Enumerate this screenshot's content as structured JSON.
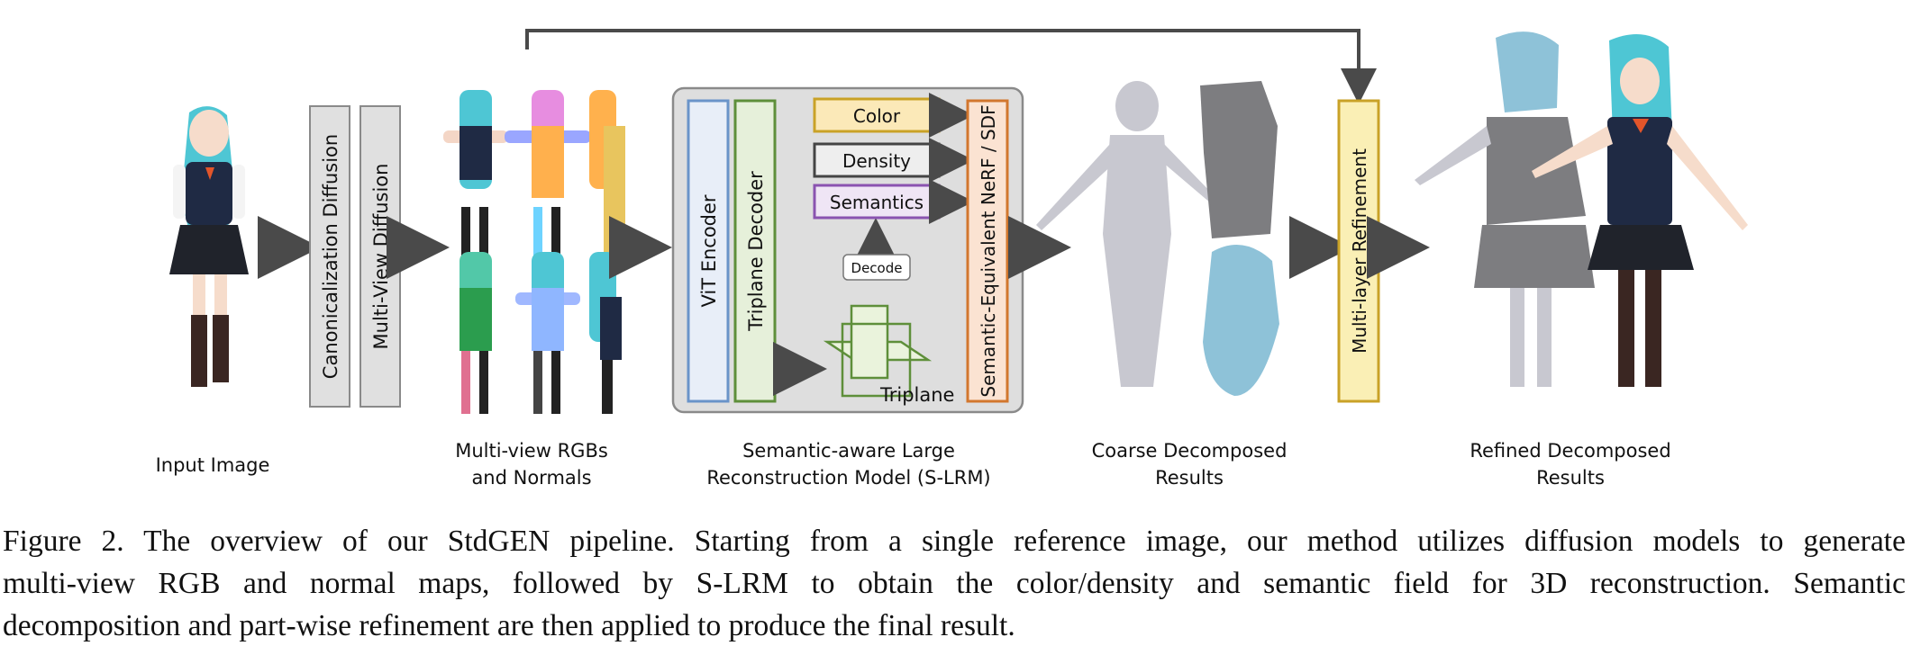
{
  "figure": {
    "blocks": {
      "canonicalization": "Canonicalization  Diffusion",
      "multiview": "Multi-View  Diffusion",
      "vit": "ViT Encoder",
      "triplane_decoder": "Triplane Decoder",
      "color": "Color",
      "density": "Density",
      "semantics": "Semantics",
      "decode": "Decode",
      "triplane": "Triplane",
      "nerf": "Semantic-Equivalent NeRF / SDF",
      "refinement": "Multi-layer Refinement"
    },
    "labels": {
      "input": "Input Image",
      "mv_1": "Multi-view RGBs",
      "mv_2": "and Normals",
      "slrm_1": "Semantic-aware Large",
      "slrm_2": "Reconstruction Model (S-LRM)",
      "coarse_1": "Coarse Decomposed",
      "coarse_2": "Results",
      "refined_1": "Refined Decomposed",
      "refined_2": "Results"
    },
    "colors": {
      "gray_box": "#e0e0e0",
      "vit_border": "#6a94c9",
      "vit_fill": "#e8eef8",
      "triplane_border": "#5e8f3a",
      "triplane_fill": "#e6f0da",
      "color_fill": "#fbe9b8",
      "color_border": "#c9a227",
      "density_fill": "#eeeeee",
      "semantics_fill": "#efe5f5",
      "semantics_border": "#8a53b0",
      "nerf_fill": "#fbe3d2",
      "nerf_border": "#d2772e",
      "refine_fill": "#faefb5",
      "refine_border": "#c9a227",
      "arrow": "#4a4a4a",
      "hair": "#4ec6d4",
      "uniform": "#1f2a44",
      "mesh_gray": "#c8c8d0",
      "mesh_blue": "#8ec2d8"
    }
  },
  "caption": {
    "line1": "Figure 2. The overview of our StdGEN pipeline. Starting from a single reference image, our method utilizes diffusion models to generate",
    "line2": "multi-view RGB and normal maps, followed by S-LRM to obtain the color/density and semantic field for 3D reconstruction. Semantic",
    "line3": "decomposition and part-wise refinement are then applied to produce the final result."
  }
}
